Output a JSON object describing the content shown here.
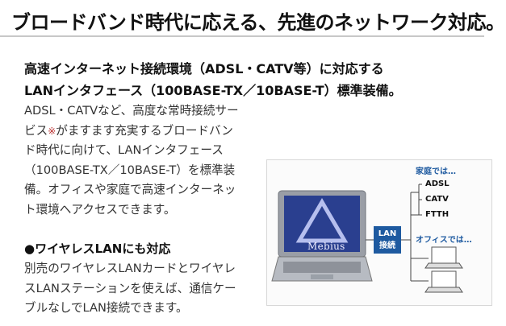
{
  "page": {
    "title": "ブロードバンド時代に応える、先進のネットワーク対応。"
  },
  "section": {
    "heading_line1": "高速インターネット接続環境（ADSL・CATV等）に対応する",
    "heading_line2": "LANインタフェース（100BASE-TX／10BASE-T）標準装備。",
    "body_line1": "ADSL・CATVなど、高度な常時接続サー",
    "body_line2a": "ビス",
    "body_line2_mark": "※",
    "body_line2b": "がますます充実するブロードバン",
    "body_line3": "ド時代に向けて、LANインタフェース",
    "body_line4": "（100BASE-TX／10BASE-T）を標準装",
    "body_line5": "備。オフィスや家庭で高速インターネッ",
    "body_line6": "ト環境へアクセスできます。",
    "wireless_heading": "●ワイヤレスLANにも対応",
    "wireless_line1": "別売のワイヤレスLANカードとワイヤレ",
    "wireless_line2": "スLANステーションを使えば、通信ケー",
    "wireless_line3": "ブルなしでLAN接続できます。"
  },
  "diagram": {
    "home_label": "家庭では…",
    "home_items": [
      "ADSL",
      "CATV",
      "FTTH"
    ],
    "lan_box_line1": "LAN",
    "lan_box_line2": "接続",
    "office_label": "オフィスでは…",
    "laptop_brand": "Mebius",
    "colors": {
      "accent": "#1e5aa0",
      "screen": "#2a3f8f"
    }
  }
}
